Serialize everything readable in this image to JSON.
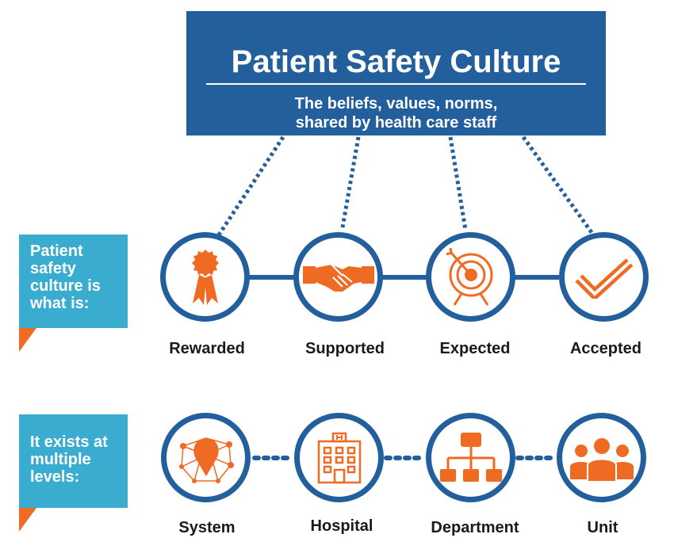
{
  "header": {
    "title": "Patient Safety Culture",
    "subtitle_line1": "The beliefs, values, norms,",
    "subtitle_line2": "shared by health care staff"
  },
  "tags": [
    {
      "lines": [
        "Patient",
        "safety",
        "culture is",
        "what is:"
      ]
    },
    {
      "lines": [
        "It exists at",
        "multiple",
        "levels:"
      ]
    }
  ],
  "row1": [
    {
      "label": "Rewarded",
      "icon": "ribbon-award-icon"
    },
    {
      "label": "Supported",
      "icon": "handshake-icon"
    },
    {
      "label": "Expected",
      "icon": "target-icon"
    },
    {
      "label": "Accepted",
      "icon": "checkmark-icon"
    }
  ],
  "row2": [
    {
      "label": "System",
      "icon": "network-globe-icon"
    },
    {
      "label": "Hospital",
      "icon": "hospital-building-icon"
    },
    {
      "label": "Department",
      "icon": "org-chart-icon"
    },
    {
      "label": "Unit",
      "icon": "people-group-icon"
    }
  ],
  "colors": {
    "navy": "#225f9c",
    "teal": "#3aaccf",
    "orange": "#ef6b24"
  }
}
